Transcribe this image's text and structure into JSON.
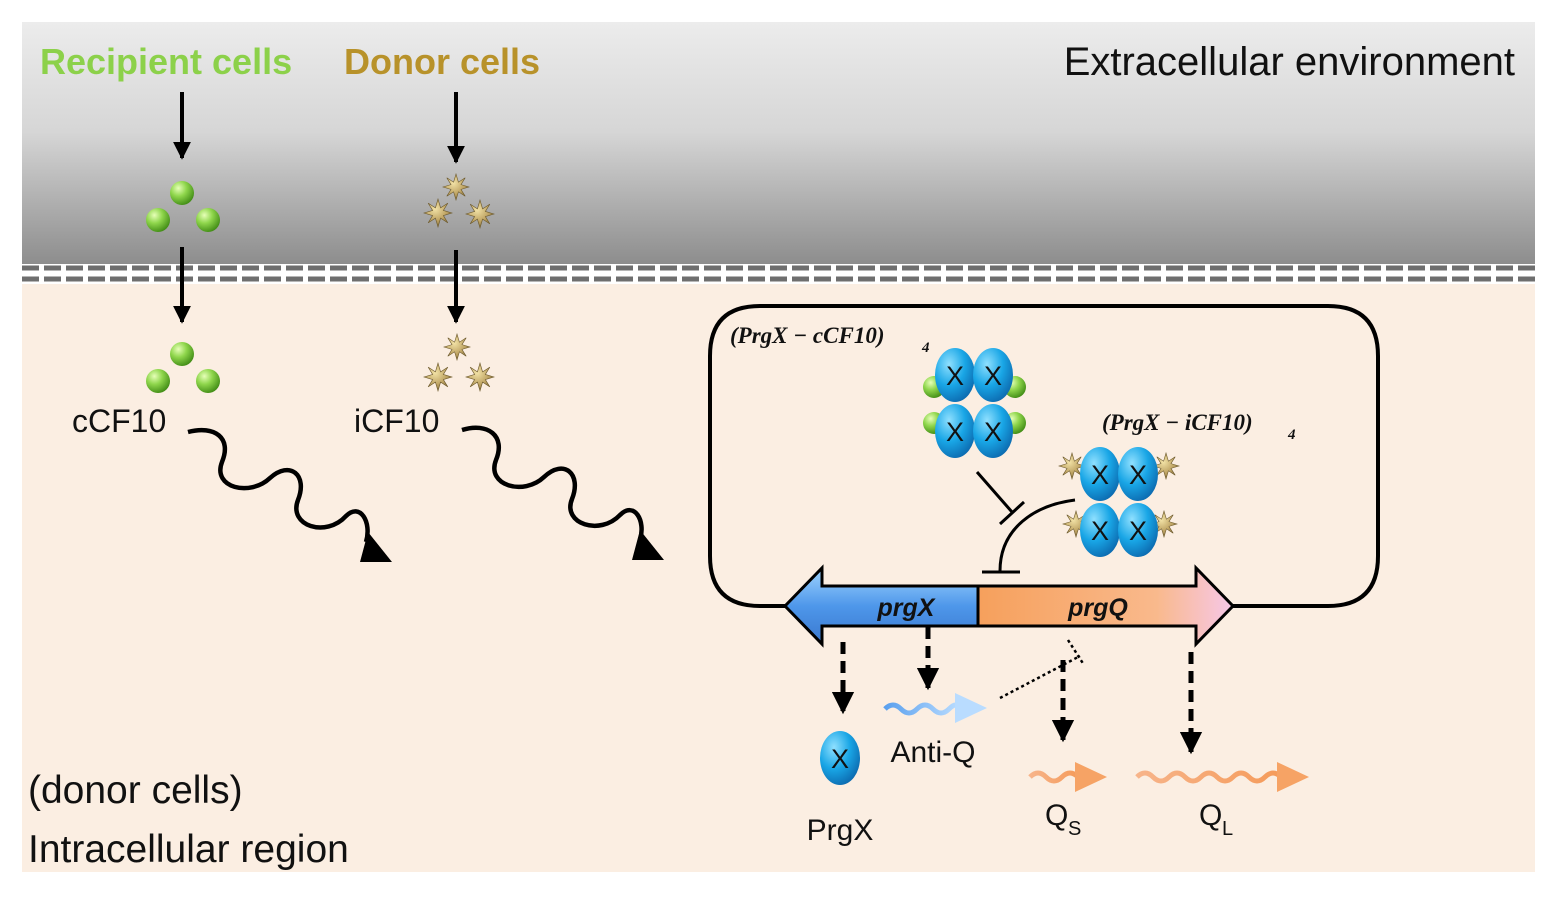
{
  "regions": {
    "extracellular_label": "Extracellular environment",
    "intracellular_line1": "(donor cells)",
    "intracellular_line2": "Intracellular region"
  },
  "sources": {
    "recipient": "Recipient cells",
    "donor": "Donor cells"
  },
  "pheromones": {
    "ccf10": "cCF10",
    "icf10": "iCF10"
  },
  "complexes": {
    "prgx_ccf10": "(PrgX − cCF10)",
    "prgx_icf10": "(PrgX − iCF10)",
    "subscript": "4",
    "monomer_letter": "X"
  },
  "genes": {
    "prgx": "prgX",
    "prgq": "prgQ"
  },
  "products": {
    "prgx_protein": "PrgX",
    "anti_q": "Anti-Q",
    "qs_main": "Q",
    "qs_sub": "S",
    "ql_main": "Q",
    "ql_sub": "L"
  },
  "colors": {
    "recipient_green": "#8cd14a",
    "donor_gold": "#b8922a",
    "protein_blue": "#1aa3e0",
    "cytoplasm": "#fbeee2",
    "prgx_blue": "#4a8fe6",
    "prgq_orange": "#f5a36a"
  }
}
